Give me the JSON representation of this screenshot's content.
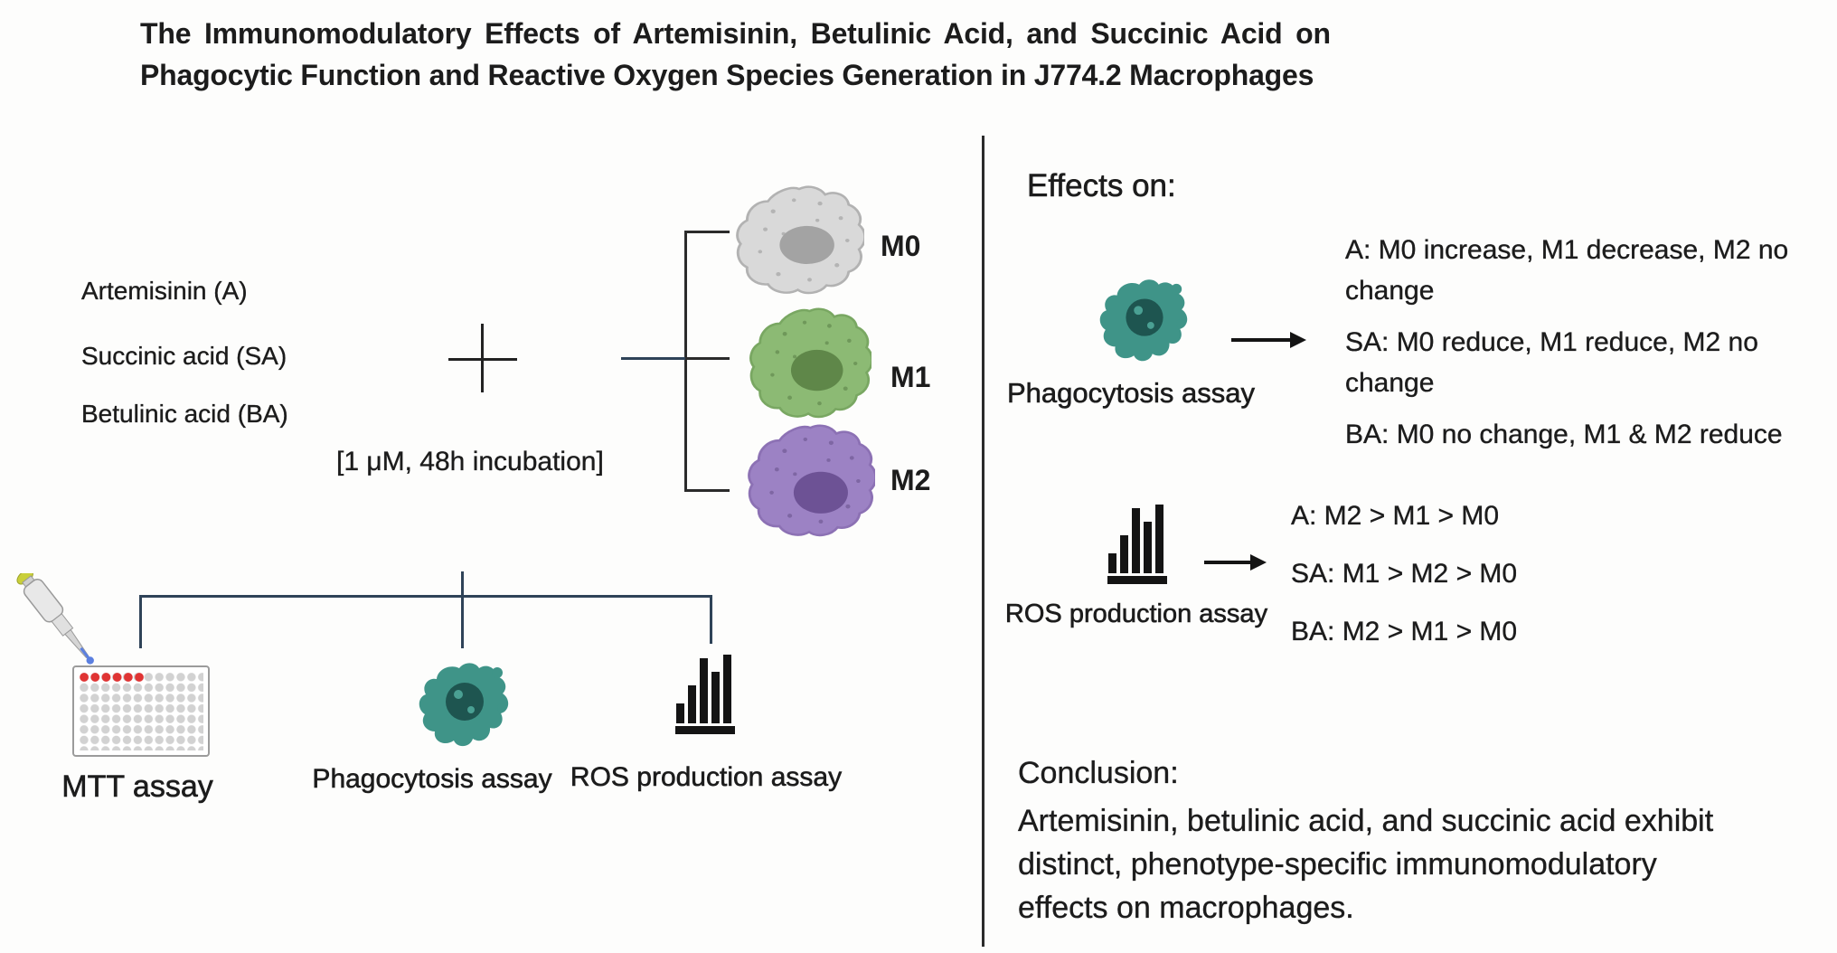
{
  "title": {
    "line1": "The Immunomodulatory Effects of Artemisinin, Betulinic Acid, and Succinic Acid on",
    "line2": "Phagocytic Function and Reactive Oxygen Species Generation in J774.2 Macrophages"
  },
  "left_panel": {
    "compounds": [
      "Artemisinin (A)",
      "Succinic acid (SA)",
      "Betulinic acid (BA)"
    ],
    "incubation": "[1 μM, 48h incubation]",
    "phenotypes": [
      {
        "label": "M0",
        "body_color": "#d9d9d9",
        "nucleus_color": "#a3a3a3"
      },
      {
        "label": "M1",
        "body_color": "#8cba74",
        "nucleus_color": "#5f8749"
      },
      {
        "label": "M2",
        "body_color": "#9c82c4",
        "nucleus_color": "#6d5295"
      }
    ]
  },
  "assays": {
    "mtt": "MTT assay",
    "phagocytosis": "Phagocytosis assay",
    "ros": "ROS production assay"
  },
  "right_panel": {
    "heading": "Effects on:",
    "phagocytosis_label": "Phagocytosis assay",
    "phagocytosis_results": [
      "A: M0 increase, M1 decrease, M2 no\nchange",
      "SA: M0 reduce, M1 reduce, M2 no\nchange",
      "BA: M0 no change, M1 & M2 reduce"
    ],
    "ros_label": "ROS production assay",
    "ros_results": [
      "A: M2 > M1 > M0",
      "SA: M1 > M2 > M0",
      "BA: M2 > M1 > M0"
    ],
    "conclusion_heading": "Conclusion:",
    "conclusion_text": "Artemisinin, betulinic acid, and succinic acid exhibit\ndistinct, phenotype-specific immunomodulatory\neffects on macrophages."
  },
  "colors": {
    "connector-navy": "#2f4358",
    "teal-body": "#3f9488",
    "teal-nucleus": "#1e5550",
    "teal-dot": "#4aa093",
    "well-red": "#e03434"
  }
}
